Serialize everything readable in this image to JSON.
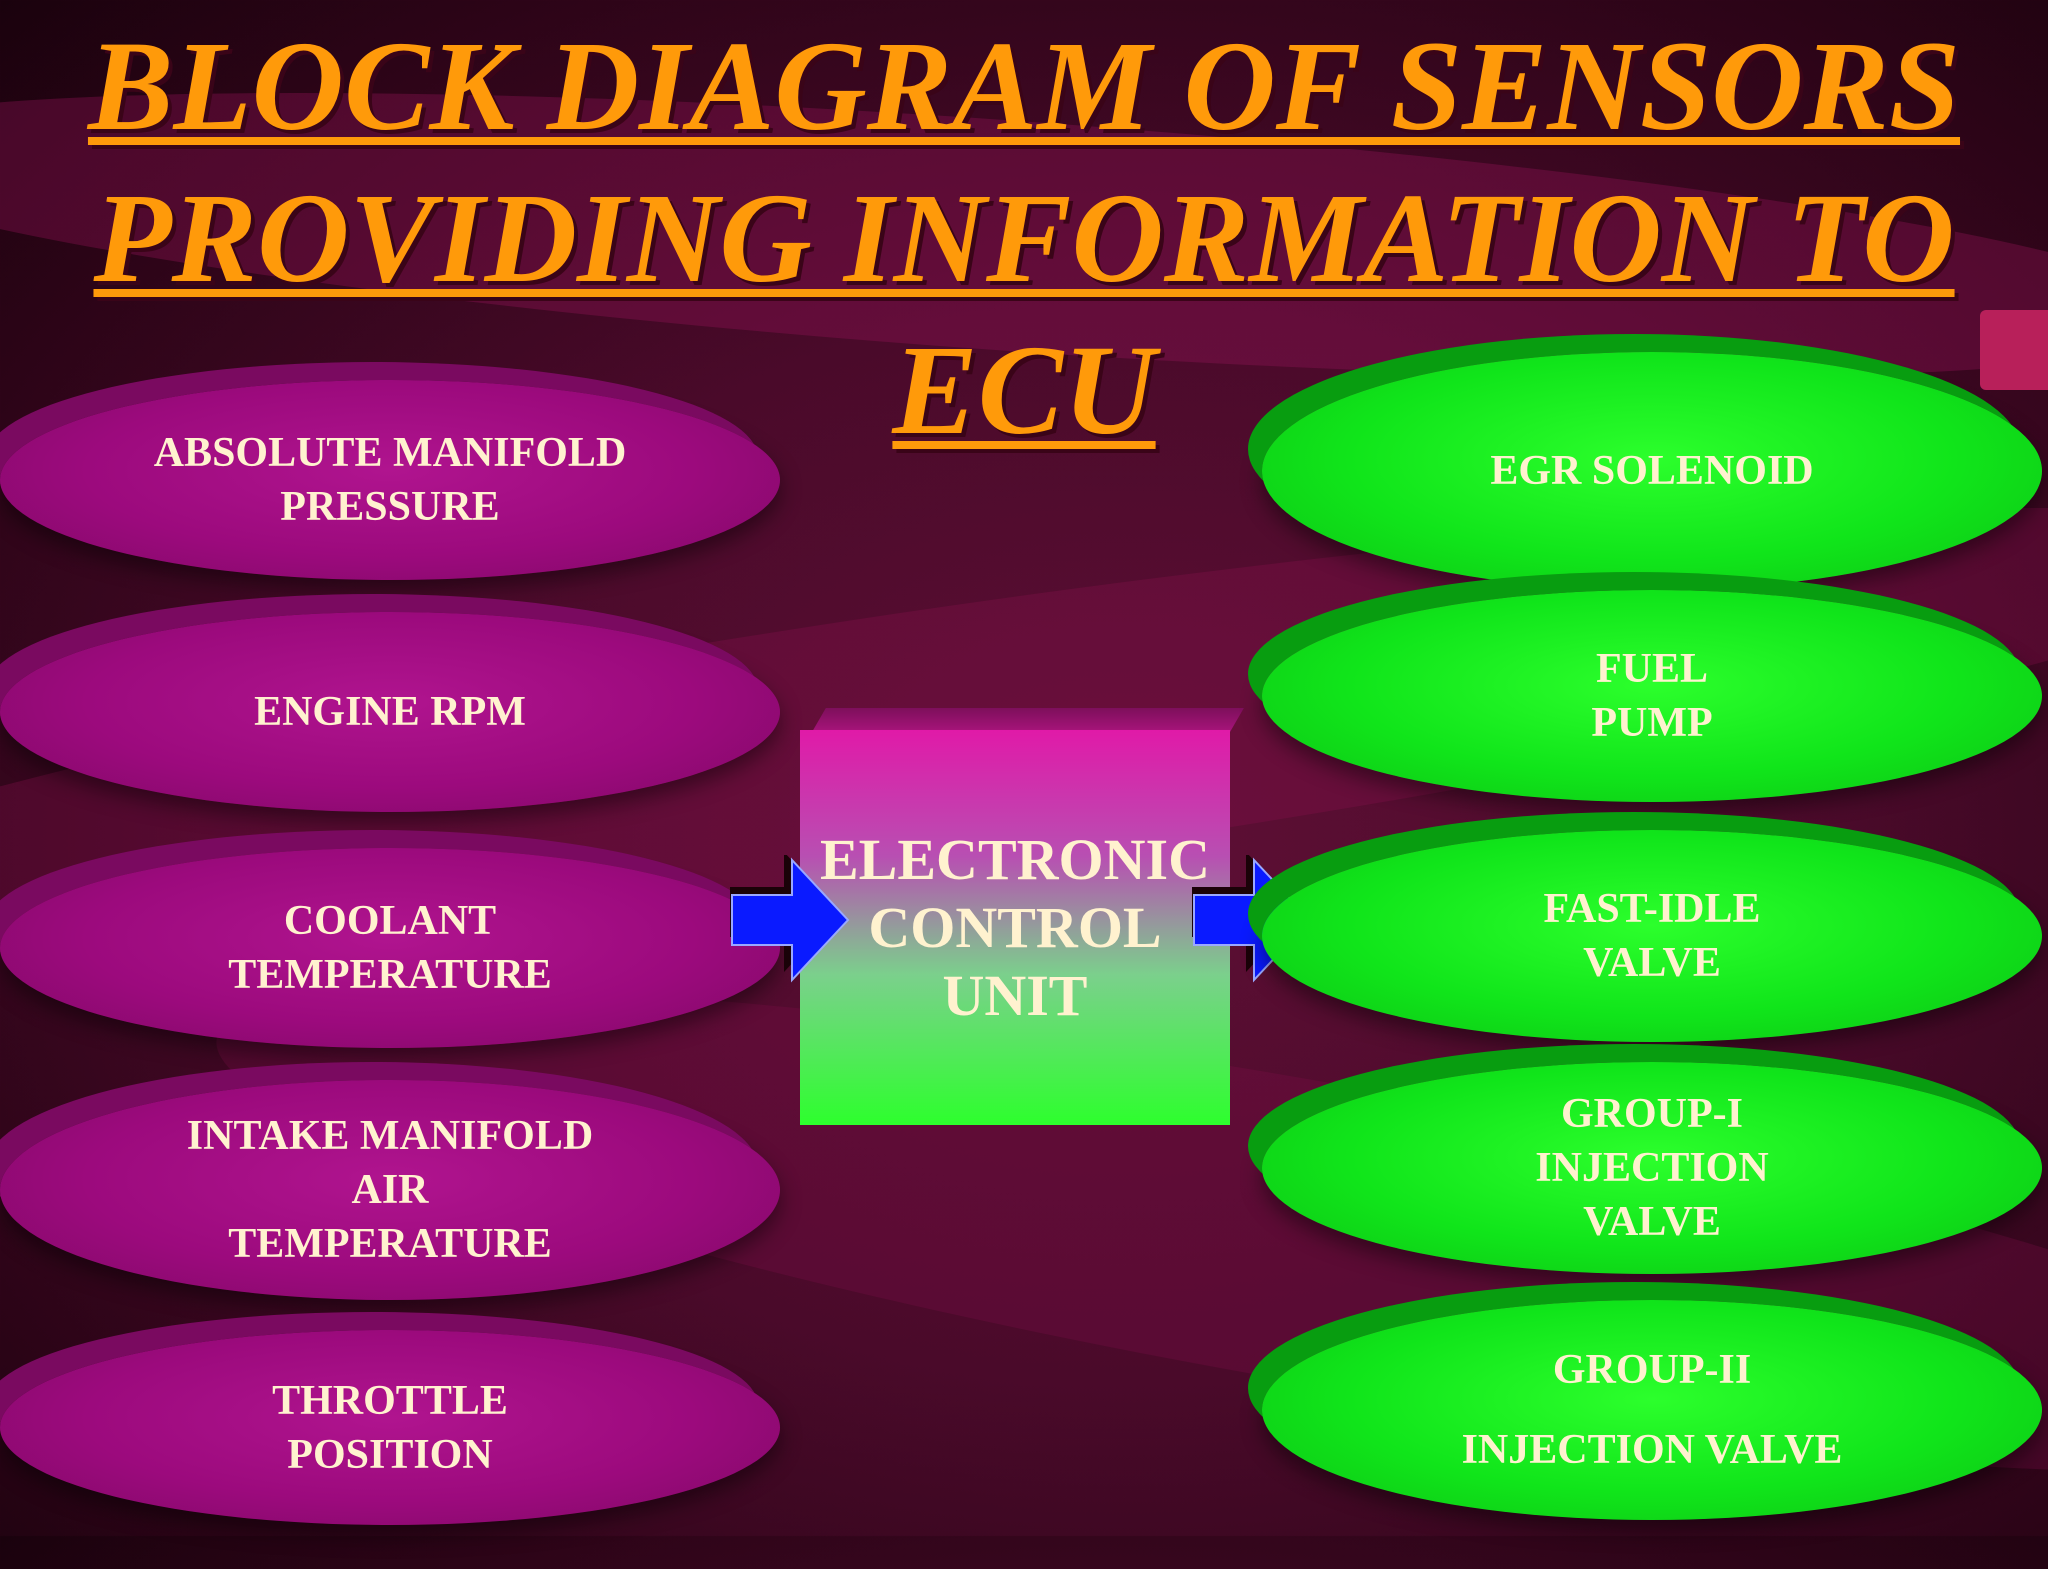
{
  "title": {
    "line1": "BLOCK  DIAGRAM OF SENSORS",
    "line2": "PROVIDING INFORMATION TO",
    "line3": "ECU"
  },
  "sensors": [
    {
      "label": "ABSOLUTE MANIFOLD\nPRESSURE"
    },
    {
      "label": "ENGINE RPM"
    },
    {
      "label": "COOLANT\nTEMPERATURE"
    },
    {
      "label": "INTAKE MANIFOLD\nAIR\nTEMPERATURE"
    },
    {
      "label": "THROTTLE\nPOSITION"
    }
  ],
  "ecu": {
    "label": "ELECTRONIC\nCONTROL\nUNIT"
  },
  "actuators": [
    {
      "label": "EGR SOLENOID"
    },
    {
      "label": "FUEL\nPUMP"
    },
    {
      "label": "FAST-IDLE\nVALVE"
    },
    {
      "label": "GROUP-I\nINJECTION\nVALVE"
    },
    {
      "label": "GROUP-II\n\nINJECTION VALVE"
    }
  ],
  "colors": {
    "title": "#ff9a0a",
    "sensor_oval": "#9c0a7d",
    "actuator_oval": "#10e51a",
    "arrow": "#0a1aff",
    "background": "#4a0a2a"
  }
}
